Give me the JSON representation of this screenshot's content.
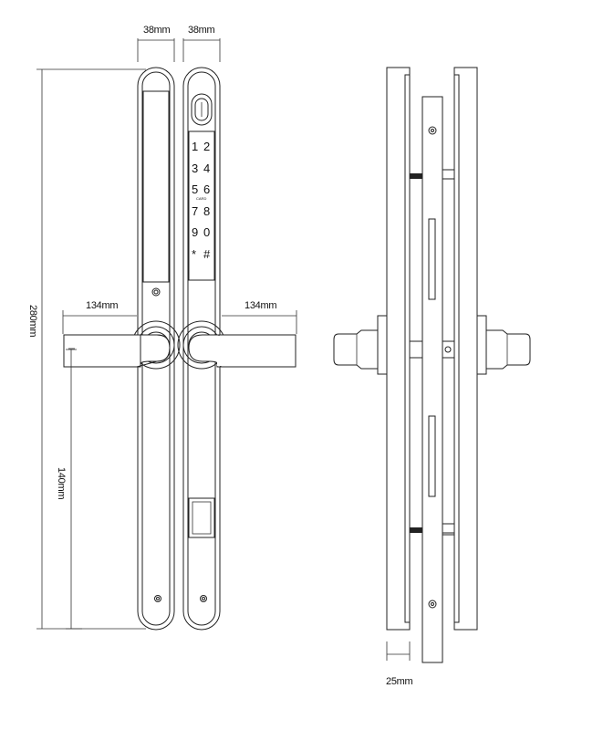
{
  "dimensions": {
    "front_width_left": "38mm",
    "front_width_right": "38mm",
    "total_height": "280mm",
    "lever_length_left": "134mm",
    "lever_length_right": "134mm",
    "handle_to_bottom": "140mm",
    "plate_thickness": "25mm"
  },
  "keypad": {
    "keys": [
      "1",
      "2",
      "3",
      "4",
      "5",
      "6",
      "7",
      "8",
      "9",
      "0",
      "*",
      "#"
    ],
    "card_label": "CARD"
  }
}
